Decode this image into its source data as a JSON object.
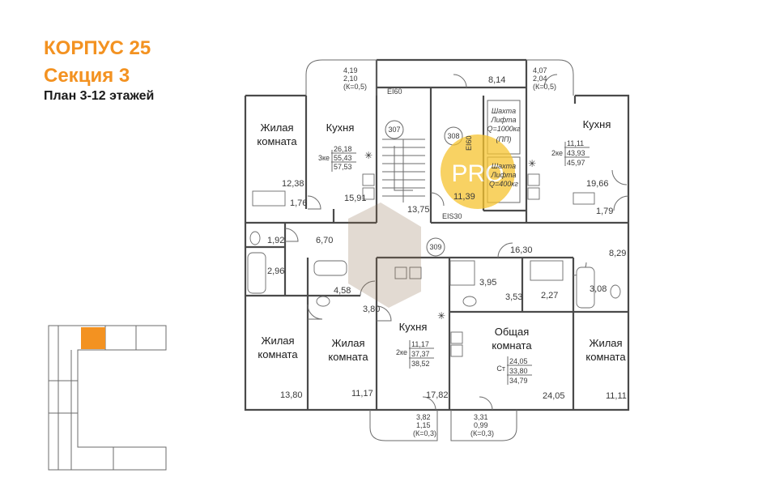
{
  "header": {
    "building": "КОРПУС 25",
    "section": "Секция 3",
    "floors": "План 3-12 этажей"
  },
  "watermark": {
    "text": "PRO",
    "color": "#f6c42f"
  },
  "colors": {
    "accent": "#f39221",
    "highlight": "#f39221"
  },
  "rooms": {
    "a1_living": [
      "Жилая",
      "комната"
    ],
    "a1_kitchen": "Кухня",
    "a2_kitchen": "Кухня",
    "a3_living": [
      "Жилая",
      "комната"
    ],
    "a4_living": [
      "Жилая",
      "комната"
    ],
    "a5_kitchen": "Кухня",
    "a6_common": [
      "Общая",
      "комната"
    ],
    "a7_living": [
      "Жилая",
      "комната"
    ]
  },
  "apartments": {
    "a1": {
      "type": "3ке",
      "living": "26,18",
      "total": "55,43",
      "total_b": "57,53"
    },
    "a2": {
      "type": "2ке",
      "living": "11,11",
      "total": "43,93",
      "total_b": "45,97"
    },
    "a5": {
      "type": "2ке",
      "living": "11,17",
      "total": "37,37",
      "total_b": "38,52"
    },
    "a6": {
      "type": "Ст",
      "living": "24,05",
      "total": "33,80",
      "total_b": "34,79"
    }
  },
  "areas": {
    "bal_tl": [
      "4,19",
      "2,10",
      "(К=0,5)"
    ],
    "bal_tr": [
      "4,07",
      "2,04",
      "(К=0,5)"
    ],
    "bal_bl": [
      "3,82",
      "1,15",
      "(К=0,3)"
    ],
    "bal_br": [
      "3,31",
      "0,99",
      "(К=0,3)"
    ],
    "top_corridor": "8,14",
    "r12_38": "12,38",
    "r15_91": "15,91",
    "r13_75": "13,75",
    "r11_39": "11,39",
    "r19_66": "19,66",
    "r1_76": "1,76",
    "r1_79": "1,79",
    "r1_92": "1,92",
    "r6_70": "6,70",
    "r16_30": "16,30",
    "r8_29": "8,29",
    "r2_96": "2,96",
    "r4_58": "4,58",
    "r3_95": "3,95",
    "r2_27": "2,27",
    "r3_08": "3,08",
    "r3_80": "3,80",
    "r3_53": "3,53",
    "r13_80": "13,80",
    "r11_17": "11,17",
    "r17_82": "17,82",
    "r24_05": "24,05",
    "r11_11": "11,11"
  },
  "zones": {
    "z307": "307",
    "z308": "308",
    "z309": "309"
  },
  "marks": {
    "ei60": "EI60",
    "ei60_v": "EI60",
    "eis30": "EIS30"
  },
  "lifts": {
    "lift1": [
      "Шахта",
      "Лифта",
      "Q=1000кг",
      "(ПП)"
    ],
    "lift2": [
      "Шахта",
      "Лифта",
      "Q=400кг"
    ]
  },
  "keyplan": {
    "highlight_color": "#f39221"
  }
}
